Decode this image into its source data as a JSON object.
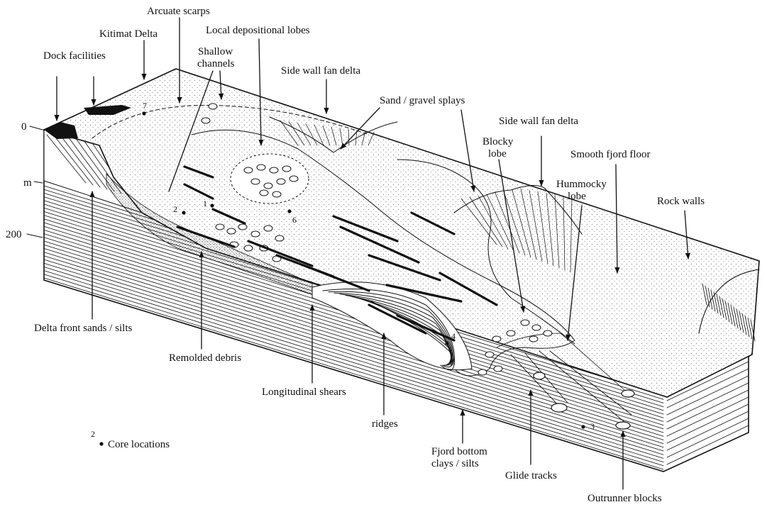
{
  "depth_scale": {
    "top": "0",
    "unit": "m",
    "bottom": "200"
  },
  "labels": {
    "kitimat_delta": "Kitimat Delta",
    "arcuate_scarps": "Arcuate scarps",
    "local_depositional_lobes": "Local depositional lobes",
    "dock_facilities": "Dock facilities",
    "shallow_channels_1": "Shallow",
    "shallow_channels_2": "channels",
    "side_wall_fan_delta_1": "Side wall fan delta",
    "sand_gravel_splays": "Sand / gravel splays",
    "side_wall_fan_delta_2": "Side wall fan delta",
    "blocky_lobe_1": "Blocky",
    "blocky_lobe_2": "lobe",
    "smooth_fjord_floor": "Smooth fjord floor",
    "hummocky_lobe_1": "Hummocky",
    "hummocky_lobe_2": "lobe",
    "rock_walls": "Rock walls",
    "delta_front": "Delta front sands / silts",
    "remolded_debris": "Remolded debris",
    "longitudinal_shears": "Longitudinal shears",
    "ridges": "ridges",
    "fjord_bottom_1": "Fjord bottom",
    "fjord_bottom_2": "clays / silts",
    "glide_tracks": "Glide tracks",
    "outrunner_blocks": "Outrunner blocks"
  },
  "core_locations": [
    "1",
    "2",
    "3",
    "4",
    "6",
    "7"
  ],
  "legend": {
    "number": "2",
    "text": "Core locations"
  }
}
